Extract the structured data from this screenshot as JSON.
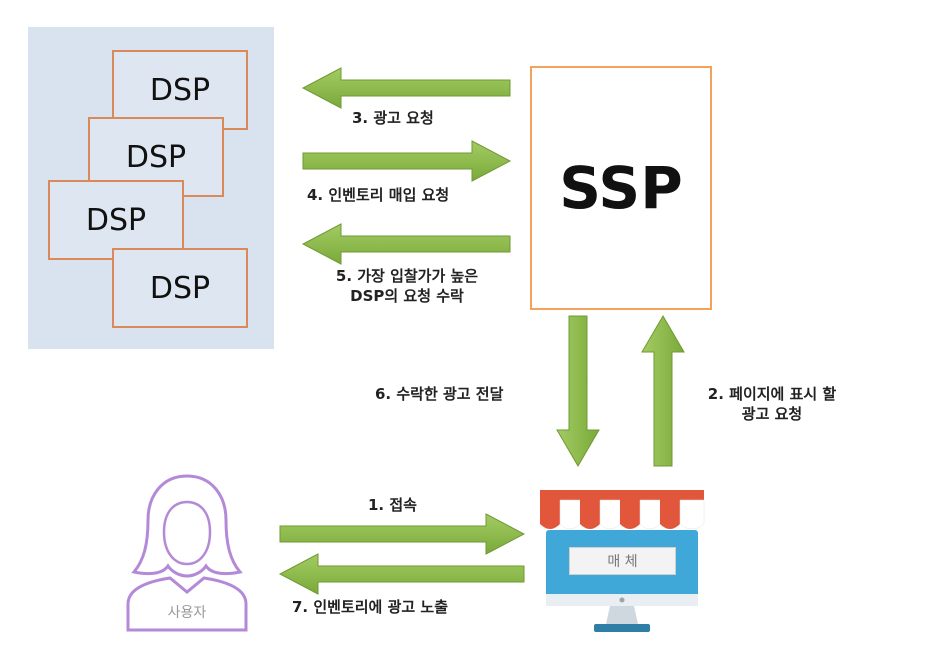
{
  "dsp_label": "DSP",
  "ssp_label": "SSP",
  "media_label": "매 체",
  "user_label": "사용자",
  "steps": {
    "s1": "1. 접속",
    "s2_line1": "2. 페이지에 표시 할",
    "s2_line2": "광고 요청",
    "s3": "3. 광고 요청",
    "s4": "4. 인벤토리 매입 요청",
    "s5_line1": "5. 가장 입찰가가 높은",
    "s5_line2": "DSP의 요청 수락",
    "s6": "6. 수락한 광고 전달",
    "s7": "7. 인벤토리에 광고 노출"
  },
  "colors": {
    "arrow": "#8dba4a",
    "arrow_edge": "#6f9a33",
    "dsp_panel": "#d9e3ef",
    "dsp_border": "#d9895a",
    "ssp_border": "#f3a25b",
    "awning_red": "#e2563b",
    "monitor_blue": "#3fa8d8",
    "user_purple": "#b48ad8"
  },
  "icons": {
    "store": "storefront-monitor-icon",
    "user": "user-silhouette-icon"
  }
}
